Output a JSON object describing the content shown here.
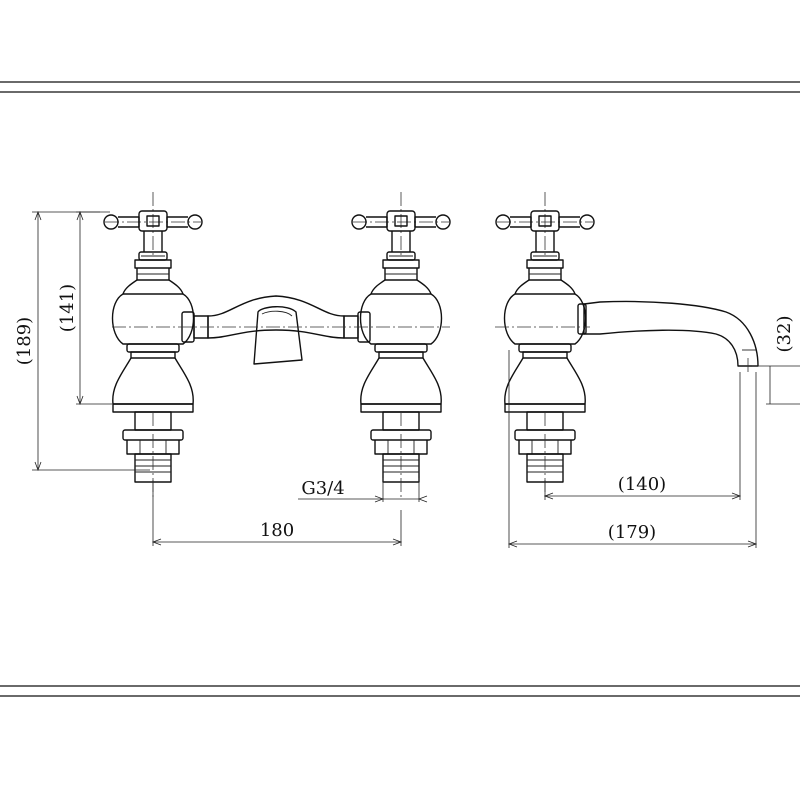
{
  "dimensions": {
    "total_height": "(189)",
    "body_height": "(141)",
    "spout_drop": "(32)",
    "thread": "G3/4",
    "centers": "180",
    "spout_reach": "(140)",
    "total_depth": "(179)"
  },
  "colors": {
    "line": "#111111",
    "background": "#ffffff"
  }
}
